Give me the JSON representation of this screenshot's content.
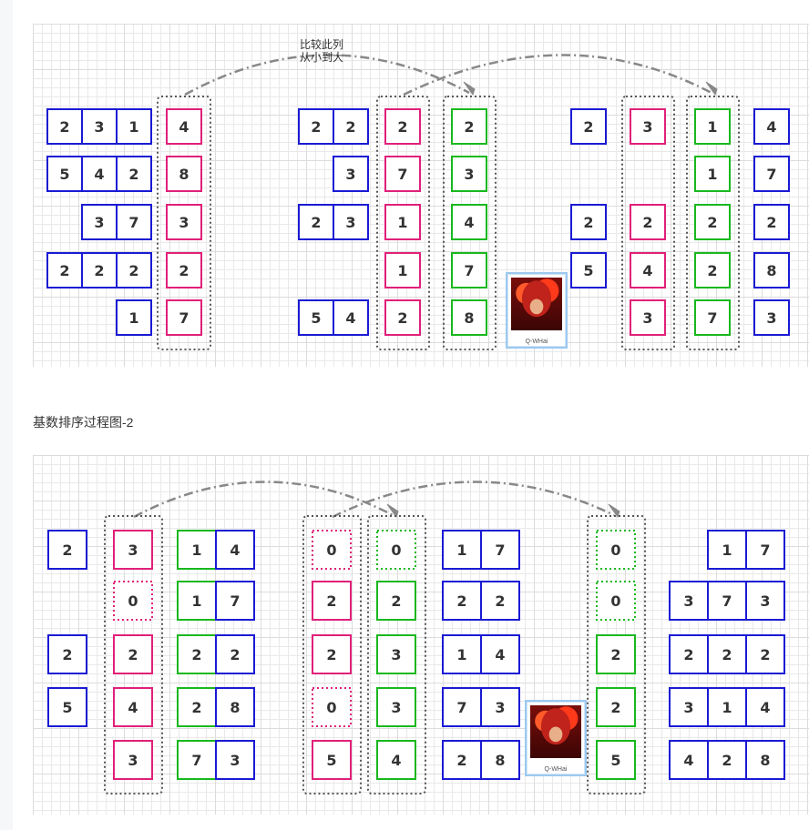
{
  "caption_2": "基数排序过程图-2",
  "annotation": "比较此列\n从小到大",
  "watermark": "Q-WHai",
  "colors": {
    "blue": "#1a1ad4",
    "pink": "#e0207a",
    "green": "#19b81e",
    "bucket_border": "#555555",
    "arrow": "#888888",
    "text": "#333333"
  },
  "diagram1": {
    "input_numbers": [
      "231",
      "542",
      "37",
      "222",
      "1"
    ],
    "compared_digits": [
      "4",
      "8",
      "3",
      "2",
      "7"
    ],
    "group_b": {
      "prefixes": [
        "22",
        "3",
        "23",
        "",
        "54"
      ],
      "digits": [
        "2",
        "7",
        "1",
        "1",
        "2"
      ],
      "sorted_digits": [
        "2",
        "3",
        "4",
        "7",
        "8"
      ]
    },
    "group_c": {
      "left": [
        "2",
        "",
        "2",
        "5",
        ""
      ],
      "middle": [
        "3",
        "",
        "2",
        "4",
        "3"
      ],
      "sorted": [
        "1",
        "1",
        "2",
        "2",
        "7"
      ],
      "right": [
        "4",
        "7",
        "2",
        "8",
        "3"
      ]
    }
  },
  "diagram2": {
    "first_digits": [
      "2",
      "",
      "2",
      "5",
      ""
    ],
    "bucket_digits": [
      "3",
      "0",
      "2",
      "4",
      "3"
    ],
    "pairs": [
      "14",
      "17",
      "22",
      "28",
      "73"
    ],
    "pink_column": [
      "0",
      "2",
      "2",
      "0",
      "5"
    ],
    "green_column": [
      "0",
      "2",
      "3",
      "3",
      "4"
    ],
    "blue_pairs": [
      "17",
      "22",
      "14",
      "73",
      "28"
    ],
    "green_sorted": [
      "0",
      "0",
      "2",
      "2",
      "5"
    ],
    "final_numbers": [
      "17",
      "373",
      "222",
      "314",
      "428"
    ]
  }
}
